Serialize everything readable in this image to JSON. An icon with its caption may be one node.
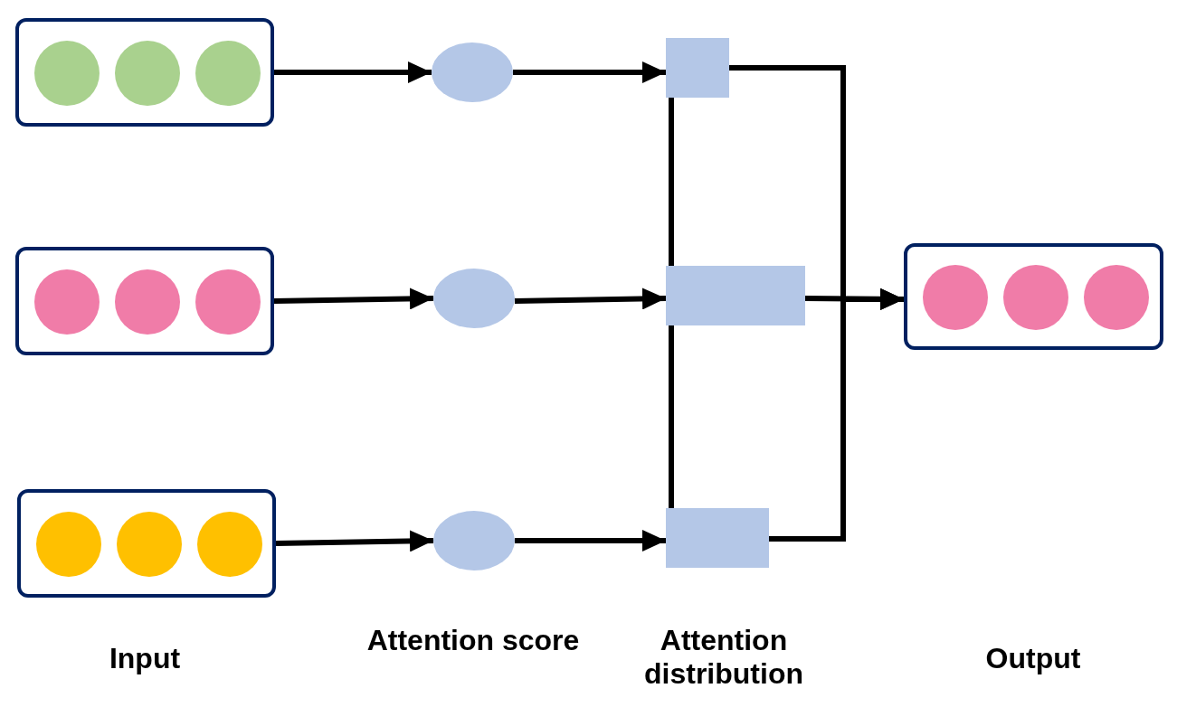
{
  "diagram": {
    "nodes": [
      {
        "text": [],
        "shape": "box"
      },
      {
        "text": [],
        "shape": "circle",
        "in": 0
      },
      {
        "text": [],
        "shape": "circle",
        "in": 0
      },
      {
        "text": [],
        "shape": "circle",
        "in": 0
      },
      {
        "text": [],
        "shape": "box"
      },
      {
        "text": [],
        "shape": "circle",
        "in": 4
      },
      {
        "text": [],
        "shape": "circle",
        "in": 4
      },
      {
        "text": [],
        "shape": "circle",
        "in": 4
      },
      {
        "text": [],
        "shape": "box"
      },
      {
        "text": [],
        "shape": "circle",
        "in": 8
      },
      {
        "text": [],
        "shape": "circle",
        "in": 8
      },
      {
        "text": [],
        "shape": "circle",
        "in": 8
      },
      {
        "text": [],
        "shape": "circle"
      },
      {
        "text": [],
        "shape": "circle"
      },
      {
        "text": [],
        "shape": "circle"
      },
      {
        "text": [],
        "shape": "box"
      },
      {
        "text": [],
        "shape": "box"
      },
      {
        "text": [],
        "shape": "box"
      },
      {
        "text": [],
        "shape": "box"
      },
      {
        "text": [],
        "shape": "circle",
        "in": 18
      },
      {
        "text": [],
        "shape": "circle",
        "in": 18
      },
      {
        "text": [],
        "shape": "circle",
        "in": 18
      }
    ],
    "edges": [
      {
        "from": 0,
        "to": 12,
        "arrow": "to"
      },
      {
        "from": 12,
        "to": 15,
        "arrow": "to"
      },
      {
        "from": 4,
        "to": 13,
        "arrow": "to"
      },
      {
        "from": 13,
        "to": 16,
        "arrow": "to"
      },
      {
        "from": 8,
        "to": 14,
        "arrow": "to"
      },
      {
        "from": 14,
        "to": 17,
        "arrow": "to"
      },
      {
        "from": 15,
        "to": 16,
        "arrow": "none"
      },
      {
        "from": 16,
        "to": 17,
        "arrow": "none"
      },
      {
        "from": 15,
        "to": 18,
        "arrow": "to"
      },
      {
        "from": 16,
        "to": 18,
        "arrow": "to"
      },
      {
        "from": 17,
        "to": 18,
        "arrow": "to"
      }
    ],
    "labels": [
      "Input",
      "Attention score",
      "Attention distribution",
      "Output"
    ]
  }
}
